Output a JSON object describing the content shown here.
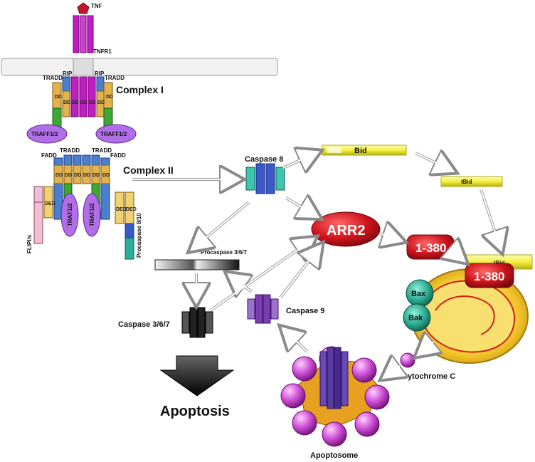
{
  "labels": {
    "tnf": "TNF",
    "tnfr1": "TNFR1",
    "tradd_left": "TRADD",
    "rip_left": "RIP",
    "rip_right": "RIP",
    "tradd_right": "TRADD",
    "complex_i": "Complex I",
    "traff_left": "TRAFF1/2",
    "traff_right": "TRAFF1/2",
    "fadd_left": "FADD",
    "tradd_c2_left": "TRADD",
    "tradd_c2_right": "TRADD",
    "fadd_right": "FADD",
    "complex_ii": "Complex II",
    "traf_left": "TRAF1/2",
    "traf_right": "TRAF1/2",
    "flip": "FLIPl/s",
    "procaspase_810": "Procaspase 8/10",
    "caspase8": "Caspase 8",
    "bid": "Bid",
    "tbid_top": "tBid",
    "tbid_mito": "tBid",
    "arr2": "ARR2",
    "f1380_mid": "1-380",
    "f1380_mito": "1-380",
    "procaspase_367": "Procaspase 3/6/7",
    "caspase9": "Caspase 9",
    "caspase367": "Caspase 3/6/7",
    "bax": "Bax",
    "bak": "Bak",
    "cytochrome_c": "Cytochrome C",
    "apoptosis": "Apoptosis",
    "apoptosome": "Apoptosome",
    "dd": "DD",
    "ded": "DED"
  },
  "colors": {
    "tnf": "#c0162c",
    "receptor": "#c01ec0",
    "tradd_green": "#3ea832",
    "dd_tan": "#e4b24c",
    "dd_blue": "#4a7fd0",
    "traf_purple": "#b06ee8",
    "caspase8_teal": "#3cc6b0",
    "caspase8_blue": "#3a58c8",
    "bid_yellow": "#f4f040",
    "arr2_red": "#d0141c",
    "caspase9_purple": "#7a3cb0",
    "caspase367_black": "#222222",
    "mito_yellow": "#f2c62a",
    "bax_teal": "#2aa890",
    "cytc_magenta": "#d050d8",
    "apoptosome_core": "#5a3aa0",
    "membrane": "#eeeeee"
  }
}
